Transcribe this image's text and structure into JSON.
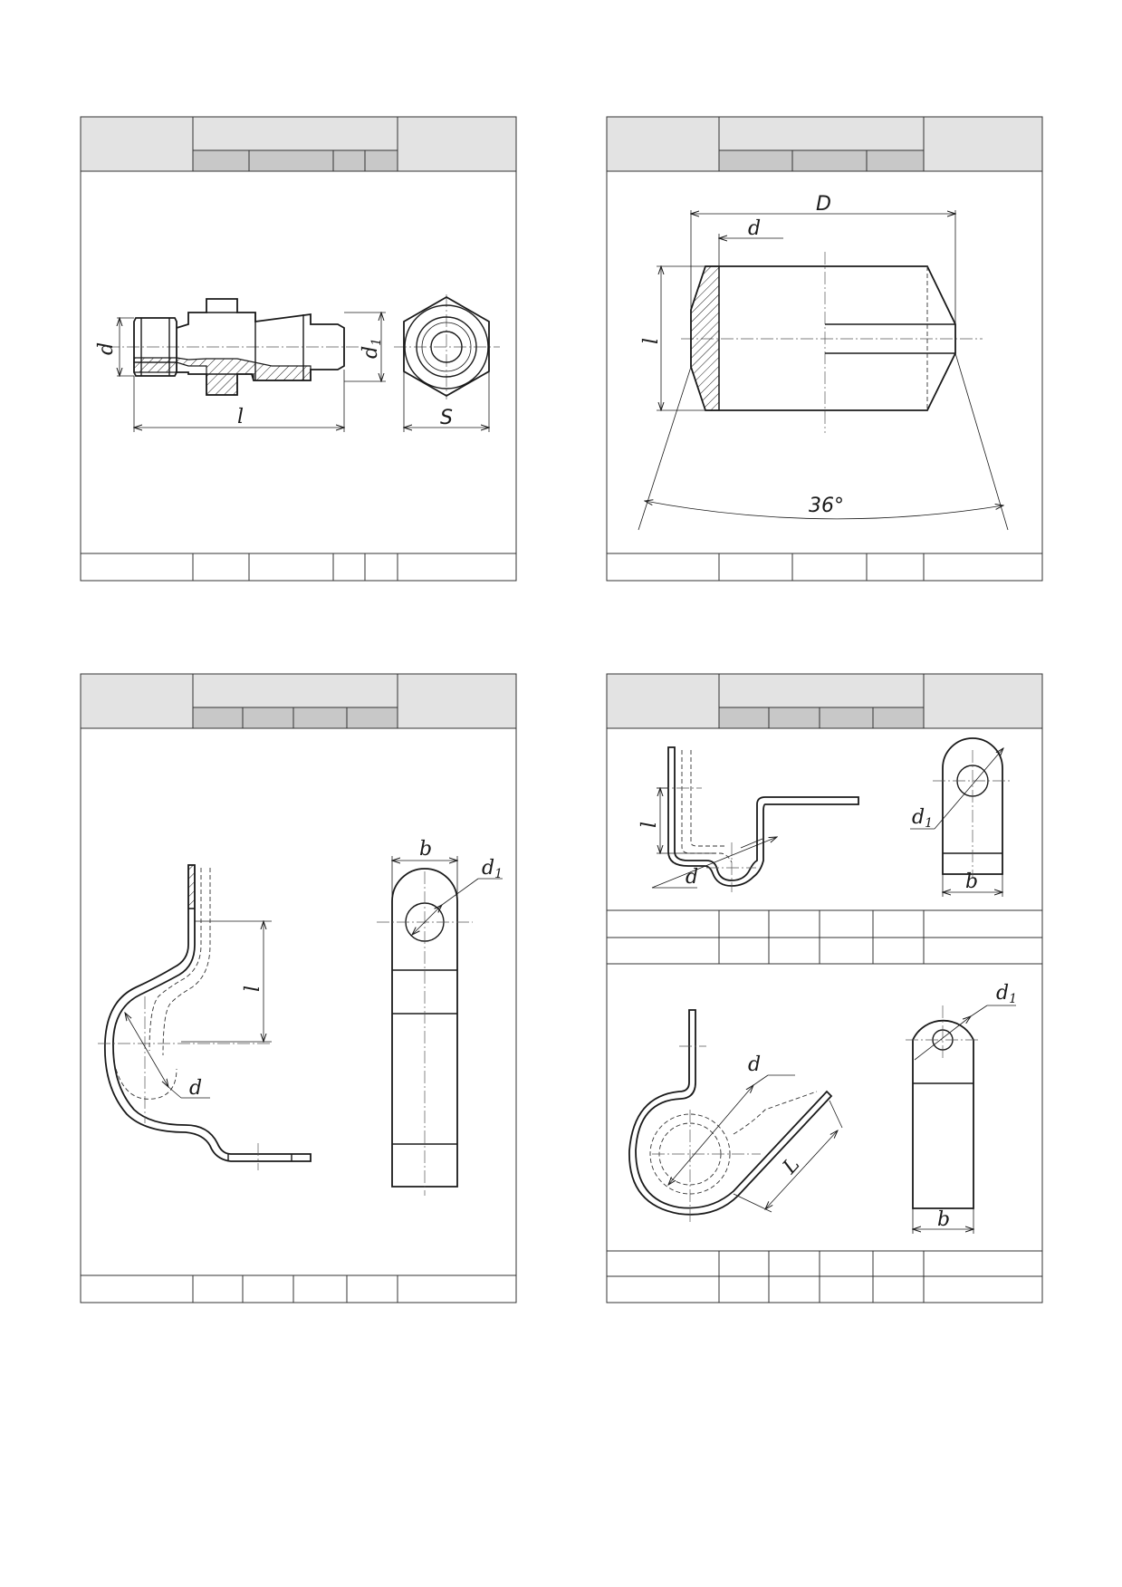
{
  "labels": {
    "p1": {
      "d": "d",
      "d1": "d",
      "d1_sub": "1",
      "l": "l",
      "s": "S"
    },
    "p2": {
      "D": "D",
      "d": "d",
      "l": "l",
      "angle": "36°"
    },
    "p3": {
      "b": "b",
      "d1": "d",
      "d1_sub": "1",
      "l": "l",
      "d": "d"
    },
    "p4": {
      "l": "l",
      "d": "d",
      "d1": "d",
      "d1_sub": "1",
      "b": "b",
      "d_lower": "d",
      "L_lower": "L",
      "d1_lower": "d",
      "d1_lower_sub": "1",
      "b_lower": "b"
    }
  },
  "colors": {
    "header": "#e3e3e3",
    "subheader": "#c8c8c8",
    "ink": "#1a1a1a"
  }
}
